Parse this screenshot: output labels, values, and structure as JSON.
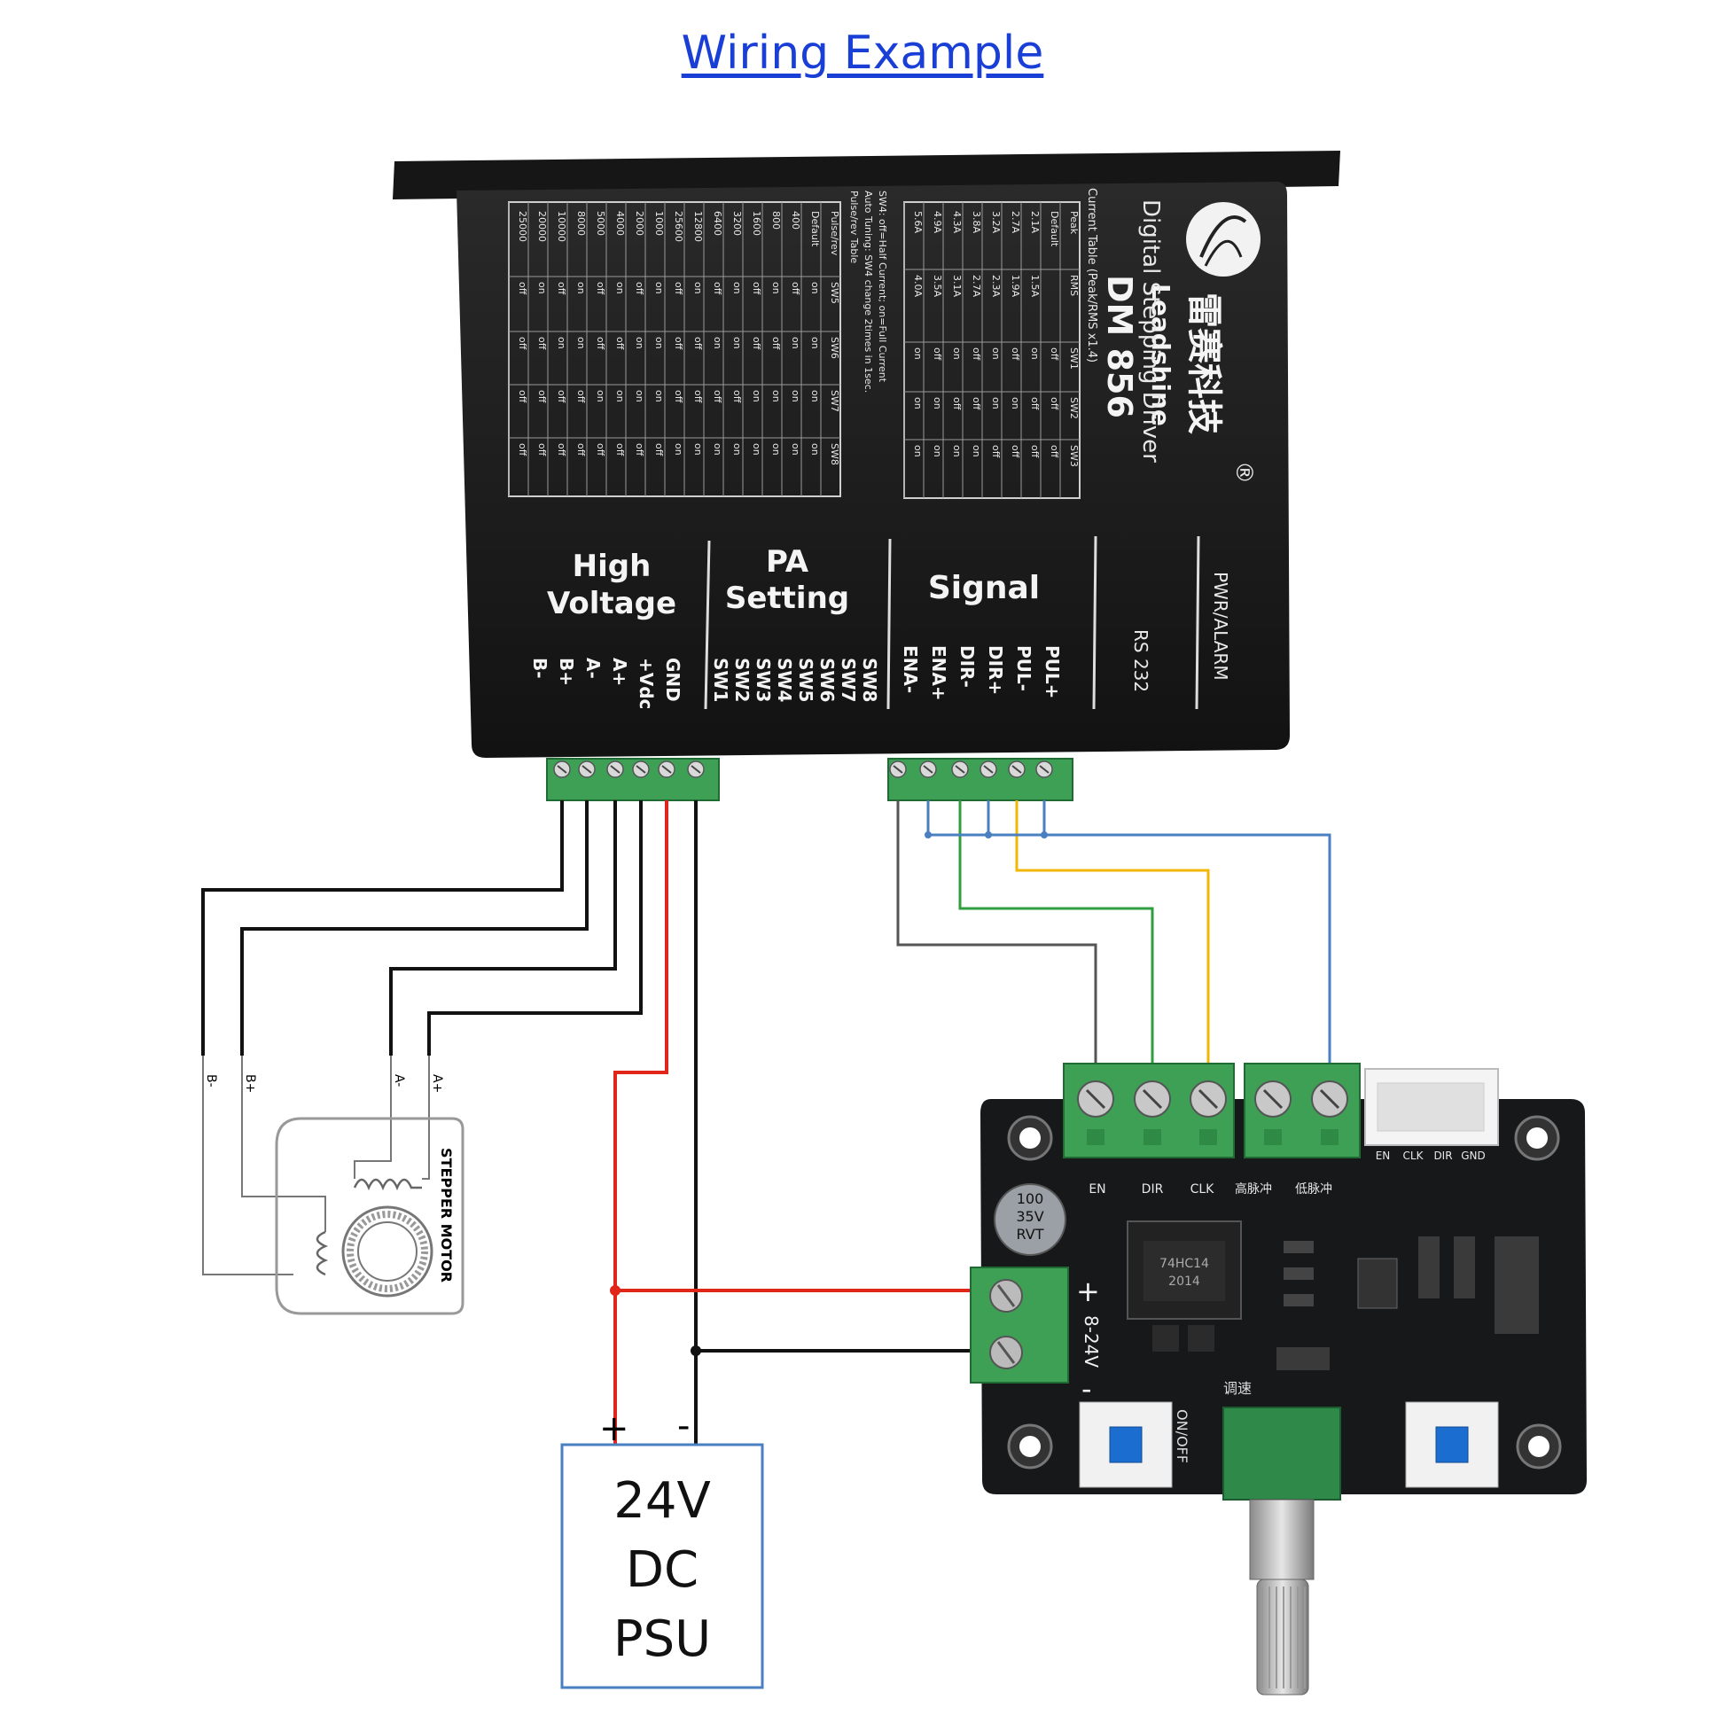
{
  "title": "Wiring Example",
  "driver": {
    "brand": "Leadshine",
    "brand_cn": "雷赛科技",
    "model": "DM 856",
    "subtitle": "Digital Stepping Driver",
    "registered": "®",
    "current_table_title": "Current Table (Peak/RMS x1.4)",
    "current_headers": [
      "Peak",
      "RMS",
      "SW1",
      "SW2",
      "SW3"
    ],
    "current_rows": [
      [
        "Default",
        "",
        "off",
        "off",
        "off"
      ],
      [
        "2.1A",
        "1.5A",
        "on",
        "off",
        "off"
      ],
      [
        "2.7A",
        "1.9A",
        "off",
        "on",
        "off"
      ],
      [
        "3.2A",
        "2.3A",
        "on",
        "on",
        "off"
      ],
      [
        "3.8A",
        "2.7A",
        "off",
        "off",
        "on"
      ],
      [
        "4.3A",
        "3.1A",
        "on",
        "off",
        "on"
      ],
      [
        "4.9A",
        "3.5A",
        "off",
        "on",
        "on"
      ],
      [
        "5.6A",
        "4.0A",
        "on",
        "on",
        "on"
      ]
    ],
    "sw4_note": "SW4: off=Half Current; on=Full Current",
    "auto_tuning_note": "Auto Tuning: SW4 change 2times in 1sec.",
    "pulse_table_title": "Pulse/rev Table",
    "pulse_headers": [
      "Pulse/rev",
      "SW5",
      "SW6",
      "SW7",
      "SW8"
    ],
    "pulse_rows": [
      [
        "Default",
        "on",
        "on",
        "on",
        "on"
      ],
      [
        "400",
        "off",
        "on",
        "on",
        "on"
      ],
      [
        "800",
        "on",
        "off",
        "on",
        "on"
      ],
      [
        "1600",
        "off",
        "off",
        "on",
        "on"
      ],
      [
        "3200",
        "on",
        "on",
        "off",
        "on"
      ],
      [
        "6400",
        "off",
        "on",
        "off",
        "on"
      ],
      [
        "12800",
        "on",
        "off",
        "off",
        "on"
      ],
      [
        "25600",
        "off",
        "off",
        "off",
        "on"
      ],
      [
        "1000",
        "on",
        "on",
        "on",
        "off"
      ],
      [
        "2000",
        "off",
        "on",
        "on",
        "off"
      ],
      [
        "4000",
        "on",
        "off",
        "on",
        "off"
      ],
      [
        "5000",
        "off",
        "off",
        "on",
        "off"
      ],
      [
        "8000",
        "on",
        "on",
        "off",
        "off"
      ],
      [
        "10000",
        "off",
        "on",
        "off",
        "off"
      ],
      [
        "20000",
        "on",
        "off",
        "off",
        "off"
      ],
      [
        "25000",
        "off",
        "off",
        "off",
        "off"
      ]
    ],
    "section_high_voltage_1": "High",
    "section_high_voltage_2": "Voltage",
    "section_pa_1": "PA",
    "section_pa_2": "Setting",
    "section_signal": "Signal",
    "rs232": "RS 232",
    "pwr_alarm": "PWR/ALARM",
    "hv_pins": [
      "B-",
      "B+",
      "A-",
      "A+",
      "+Vdc",
      "GND"
    ],
    "pa_pins": [
      "SW1",
      "SW2",
      "SW3",
      "SW4",
      "SW5",
      "SW6",
      "SW7",
      "SW8"
    ],
    "signal_pins": [
      "ENA-",
      "ENA+",
      "DIR-",
      "DIR+",
      "PUL-",
      "PUL+"
    ]
  },
  "motor": {
    "label": "STEPPER MOTOR",
    "pins": [
      "B-",
      "B+",
      "A-",
      "A+"
    ]
  },
  "psu": {
    "line1": "24V",
    "line2": "DC",
    "line3": "PSU",
    "plus": "+",
    "minus": "-"
  },
  "controller": {
    "header_labels": [
      "EN",
      "DIR",
      "CLK",
      "高脉冲",
      "低脉冲"
    ],
    "white_header_labels": [
      "EN",
      "CLK",
      "DIR",
      "GND"
    ],
    "power_plus": "+",
    "power_range": "8-24V",
    "power_minus": "-",
    "cap_text": [
      "100",
      "35V",
      "RVT"
    ],
    "speed_label": "调速",
    "onoff_label": "ON/OFF",
    "chip_text": [
      "74HC14",
      "2014"
    ]
  },
  "colors": {
    "title": "#1a3fd6",
    "wire_black": "#111111",
    "wire_red": "#e0261b",
    "wire_gray": "#555555",
    "wire_green": "#2e9e3e",
    "wire_yellow": "#f2b705",
    "wire_blue": "#4a7fc1",
    "terminal_green": "#3ea055",
    "driver_body": "#1e1e1e",
    "psu_border": "#4a7fc1"
  }
}
